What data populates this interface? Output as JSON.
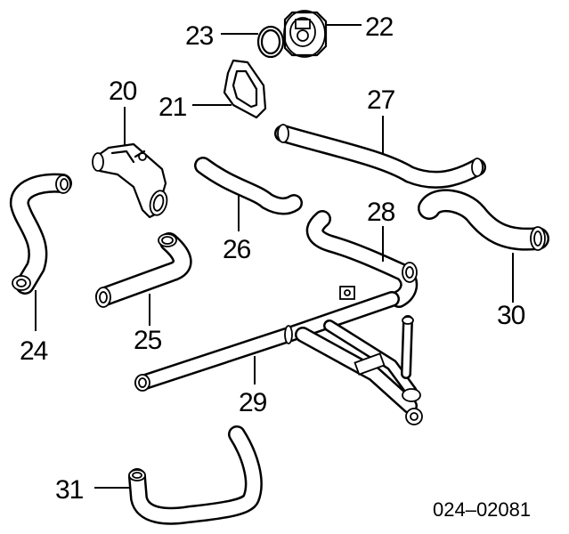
{
  "diagram": {
    "parts": [
      {
        "label": "20"
      },
      {
        "label": "21"
      },
      {
        "label": "22"
      },
      {
        "label": "23"
      },
      {
        "label": "24"
      },
      {
        "label": "25"
      },
      {
        "label": "26"
      },
      {
        "label": "27"
      },
      {
        "label": "28"
      },
      {
        "label": "29"
      },
      {
        "label": "30"
      },
      {
        "label": "31"
      }
    ],
    "reference_code": "024–02081"
  }
}
